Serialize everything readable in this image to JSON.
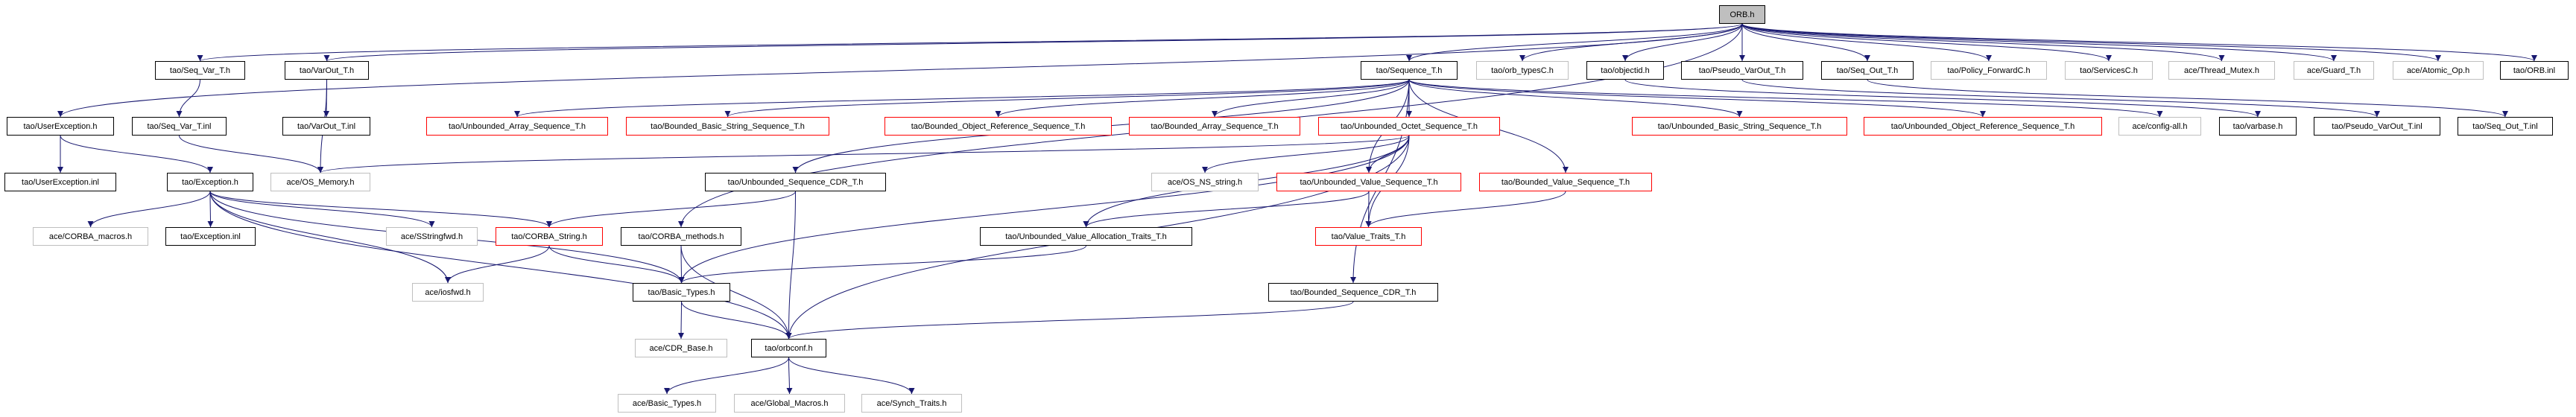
{
  "colors": {
    "edge": "#191970",
    "normal_border": "#000000",
    "truncated_border": "#ff0000",
    "external_border": "#bfbfbf",
    "root_fill": "#bfbfbf"
  },
  "nodes": [
    {
      "id": "orb_h",
      "label": "ORB.h",
      "kind": "root"
    },
    {
      "id": "seq_var_t_h",
      "label": "tao/Seq_Var_T.h",
      "kind": "normal"
    },
    {
      "id": "varout_t_h",
      "label": "tao/VarOut_T.h",
      "kind": "normal"
    },
    {
      "id": "sequence_t_h",
      "label": "tao/Sequence_T.h",
      "kind": "normal"
    },
    {
      "id": "orb_typesc_h",
      "label": "tao/orb_typesC.h",
      "kind": "external"
    },
    {
      "id": "objectid_h",
      "label": "tao/objectid.h",
      "kind": "normal"
    },
    {
      "id": "pseudo_varout_t_h",
      "label": "tao/Pseudo_VarOut_T.h",
      "kind": "normal"
    },
    {
      "id": "seq_out_t_h",
      "label": "tao/Seq_Out_T.h",
      "kind": "normal"
    },
    {
      "id": "policy_forwardc_h",
      "label": "tao/Policy_ForwardC.h",
      "kind": "external"
    },
    {
      "id": "servicesc_h",
      "label": "tao/ServicesC.h",
      "kind": "external"
    },
    {
      "id": "thread_mutex_h",
      "label": "ace/Thread_Mutex.h",
      "kind": "external"
    },
    {
      "id": "guard_t_h",
      "label": "ace/Guard_T.h",
      "kind": "external"
    },
    {
      "id": "atomic_op_h",
      "label": "ace/Atomic_Op.h",
      "kind": "external"
    },
    {
      "id": "orb_inl",
      "label": "tao/ORB.inl",
      "kind": "normal"
    },
    {
      "id": "userexception_h",
      "label": "tao/UserException.h",
      "kind": "normal"
    },
    {
      "id": "seq_var_t_inl",
      "label": "tao/Seq_Var_T.inl",
      "kind": "normal"
    },
    {
      "id": "varout_t_inl",
      "label": "tao/VarOut_T.inl",
      "kind": "normal"
    },
    {
      "id": "unbounded_array_sequence_t_h",
      "label": "tao/Unbounded_Array_Sequence_T.h",
      "kind": "truncated"
    },
    {
      "id": "bounded_basic_string_sequence_t_h",
      "label": "tao/Bounded_Basic_String_Sequence_T.h",
      "kind": "truncated"
    },
    {
      "id": "bounded_object_reference_sequence_t_h",
      "label": "tao/Bounded_Object_Reference_Sequence_T.h",
      "kind": "truncated"
    },
    {
      "id": "bounded_array_sequence_t_h",
      "label": "tao/Bounded_Array_Sequence_T.h",
      "kind": "truncated"
    },
    {
      "id": "unbounded_octet_sequence_t_h",
      "label": "tao/Unbounded_Octet_Sequence_T.h",
      "kind": "truncated"
    },
    {
      "id": "unbounded_basic_string_sequence_t_h",
      "label": "tao/Unbounded_Basic_String_Sequence_T.h",
      "kind": "truncated"
    },
    {
      "id": "unbounded_object_reference_sequence_t_h",
      "label": "tao/Unbounded_Object_Reference_Sequence_T.h",
      "kind": "truncated"
    },
    {
      "id": "config_all_h",
      "label": "ace/config-all.h",
      "kind": "external"
    },
    {
      "id": "varbase_h",
      "label": "tao/varbase.h",
      "kind": "normal"
    },
    {
      "id": "pseudo_varout_t_inl",
      "label": "tao/Pseudo_VarOut_T.inl",
      "kind": "normal"
    },
    {
      "id": "seq_out_t_inl",
      "label": "tao/Seq_Out_T.inl",
      "kind": "normal"
    },
    {
      "id": "userexception_inl",
      "label": "tao/UserException.inl",
      "kind": "normal"
    },
    {
      "id": "exception_h",
      "label": "tao/Exception.h",
      "kind": "normal"
    },
    {
      "id": "os_memory_h",
      "label": "ace/OS_Memory.h",
      "kind": "external"
    },
    {
      "id": "unbounded_sequence_cdr_t_h",
      "label": "tao/Unbounded_Sequence_CDR_T.h",
      "kind": "normal"
    },
    {
      "id": "os_ns_string_h",
      "label": "ace/OS_NS_string.h",
      "kind": "external"
    },
    {
      "id": "unbounded_value_sequence_t_h",
      "label": "tao/Unbounded_Value_Sequence_T.h",
      "kind": "truncated"
    },
    {
      "id": "bounded_value_sequence_t_h",
      "label": "tao/Bounded_Value_Sequence_T.h",
      "kind": "truncated"
    },
    {
      "id": "corba_macros_h",
      "label": "ace/CORBA_macros.h",
      "kind": "external"
    },
    {
      "id": "exception_inl",
      "label": "tao/Exception.inl",
      "kind": "normal"
    },
    {
      "id": "sstringfwd_h",
      "label": "ace/SStringfwd.h",
      "kind": "external"
    },
    {
      "id": "corba_string_h",
      "label": "tao/CORBA_String.h",
      "kind": "truncated"
    },
    {
      "id": "corba_methods_h",
      "label": "tao/CORBA_methods.h",
      "kind": "normal"
    },
    {
      "id": "unbounded_value_allocation_traits_t_h",
      "label": "tao/Unbounded_Value_Allocation_Traits_T.h",
      "kind": "normal"
    },
    {
      "id": "value_traits_t_h",
      "label": "tao/Value_Traits_T.h",
      "kind": "truncated"
    },
    {
      "id": "iosfwd_h",
      "label": "ace/iosfwd.h",
      "kind": "external"
    },
    {
      "id": "basic_types_h",
      "label": "tao/Basic_Types.h",
      "kind": "normal"
    },
    {
      "id": "bounded_sequence_cdr_t_h",
      "label": "tao/Bounded_Sequence_CDR_T.h",
      "kind": "normal"
    },
    {
      "id": "cdr_base_h",
      "label": "ace/CDR_Base.h",
      "kind": "external"
    },
    {
      "id": "orbconf_h",
      "label": "tao/orbconf.h",
      "kind": "normal"
    },
    {
      "id": "ace_basic_types_h",
      "label": "ace/Basic_Types.h",
      "kind": "external"
    },
    {
      "id": "global_macros_h",
      "label": "ace/Global_Macros.h",
      "kind": "external"
    },
    {
      "id": "synch_traits_h",
      "label": "ace/Synch_Traits.h",
      "kind": "external"
    }
  ],
  "edges": [
    [
      "orb_h",
      "userexception_h"
    ],
    [
      "orb_h",
      "seq_var_t_h"
    ],
    [
      "orb_h",
      "varout_t_h"
    ],
    [
      "orb_h",
      "sequence_t_h"
    ],
    [
      "orb_h",
      "orb_typesc_h"
    ],
    [
      "orb_h",
      "objectid_h"
    ],
    [
      "orb_h",
      "pseudo_varout_t_h"
    ],
    [
      "orb_h",
      "seq_out_t_h"
    ],
    [
      "orb_h",
      "policy_forwardc_h"
    ],
    [
      "orb_h",
      "servicesc_h"
    ],
    [
      "orb_h",
      "thread_mutex_h"
    ],
    [
      "orb_h",
      "guard_t_h"
    ],
    [
      "orb_h",
      "atomic_op_h"
    ],
    [
      "orb_h",
      "orb_inl"
    ],
    [
      "orb_h",
      "corba_methods_h"
    ],
    [
      "sequence_t_h",
      "unbounded_array_sequence_t_h"
    ],
    [
      "sequence_t_h",
      "bounded_basic_string_sequence_t_h"
    ],
    [
      "sequence_t_h",
      "bounded_object_reference_sequence_t_h"
    ],
    [
      "sequence_t_h",
      "bounded_array_sequence_t_h"
    ],
    [
      "sequence_t_h",
      "unbounded_octet_sequence_t_h"
    ],
    [
      "sequence_t_h",
      "unbounded_value_sequence_t_h"
    ],
    [
      "sequence_t_h",
      "bounded_value_sequence_t_h"
    ],
    [
      "sequence_t_h",
      "unbounded_basic_string_sequence_t_h"
    ],
    [
      "sequence_t_h",
      "unbounded_object_reference_sequence_t_h"
    ],
    [
      "sequence_t_h",
      "bounded_sequence_cdr_t_h"
    ],
    [
      "sequence_t_h",
      "unbounded_sequence_cdr_t_h"
    ],
    [
      "sequence_t_h",
      "config_all_h"
    ],
    [
      "objectid_h",
      "varbase_h"
    ],
    [
      "pseudo_varout_t_h",
      "pseudo_varout_t_inl"
    ],
    [
      "seq_out_t_h",
      "seq_out_t_inl"
    ],
    [
      "userexception_h",
      "userexception_inl"
    ],
    [
      "userexception_h",
      "exception_h"
    ],
    [
      "seq_var_t_h",
      "seq_var_t_inl"
    ],
    [
      "seq_var_t_inl",
      "os_memory_h"
    ],
    [
      "varout_t_h",
      "varout_t_inl"
    ],
    [
      "varout_t_h",
      "os_memory_h"
    ],
    [
      "exception_h",
      "corba_macros_h"
    ],
    [
      "exception_h",
      "exception_inl"
    ],
    [
      "exception_h",
      "sstringfwd_h"
    ],
    [
      "exception_h",
      "corba_string_h"
    ],
    [
      "exception_h",
      "iosfwd_h"
    ],
    [
      "exception_h",
      "basic_types_h"
    ],
    [
      "exception_h",
      "orbconf_h"
    ],
    [
      "corba_string_h",
      "iosfwd_h"
    ],
    [
      "corba_string_h",
      "basic_types_h"
    ],
    [
      "corba_methods_h",
      "basic_types_h"
    ],
    [
      "corba_methods_h",
      "orbconf_h"
    ],
    [
      "unbounded_sequence_cdr_t_h",
      "corba_string_h"
    ],
    [
      "unbounded_sequence_cdr_t_h",
      "orbconf_h"
    ],
    [
      "unbounded_octet_sequence_t_h",
      "os_memory_h"
    ],
    [
      "unbounded_octet_sequence_t_h",
      "os_ns_string_h"
    ],
    [
      "unbounded_octet_sequence_t_h",
      "unbounded_value_sequence_t_h"
    ],
    [
      "unbounded_octet_sequence_t_h",
      "unbounded_value_allocation_traits_t_h"
    ],
    [
      "unbounded_octet_sequence_t_h",
      "value_traits_t_h"
    ],
    [
      "unbounded_octet_sequence_t_h",
      "basic_types_h"
    ],
    [
      "unbounded_octet_sequence_t_h",
      "orbconf_h"
    ],
    [
      "unbounded_value_sequence_t_h",
      "unbounded_value_allocation_traits_t_h"
    ],
    [
      "unbounded_value_sequence_t_h",
      "value_traits_t_h"
    ],
    [
      "bounded_value_sequence_t_h",
      "value_traits_t_h"
    ],
    [
      "unbounded_value_allocation_traits_t_h",
      "basic_types_h"
    ],
    [
      "bounded_sequence_cdr_t_h",
      "orbconf_h"
    ],
    [
      "basic_types_h",
      "cdr_base_h"
    ],
    [
      "basic_types_h",
      "orbconf_h"
    ],
    [
      "orbconf_h",
      "ace_basic_types_h"
    ],
    [
      "orbconf_h",
      "global_macros_h"
    ],
    [
      "orbconf_h",
      "synch_traits_h"
    ]
  ]
}
